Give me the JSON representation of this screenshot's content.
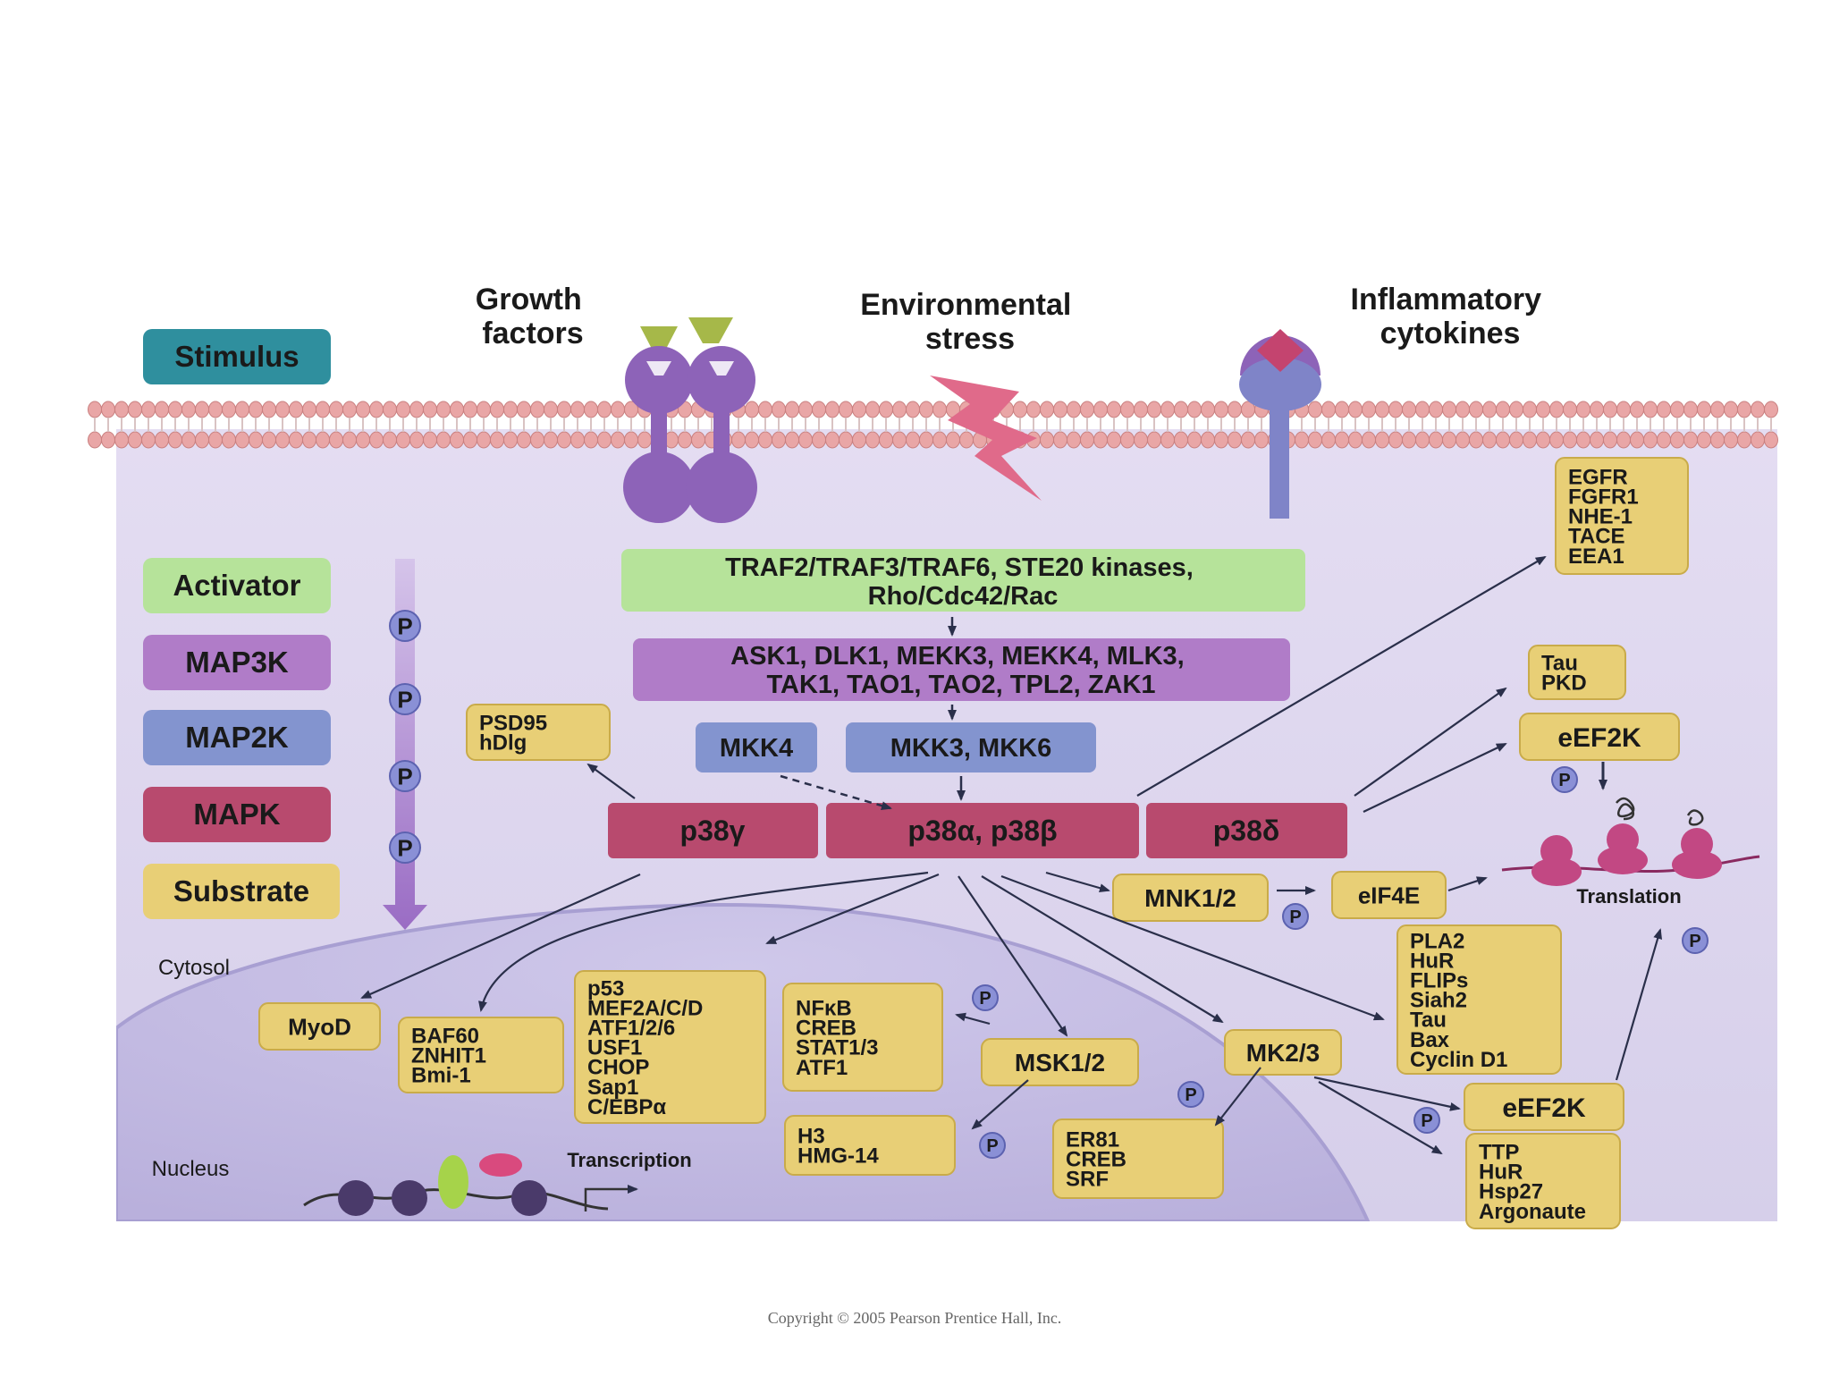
{
  "header": {
    "growth_factors": [
      "Growth",
      "factors"
    ],
    "environmental_stress": [
      "Environmental",
      "stress"
    ],
    "inflammatory_cytokines": [
      "Inflammatory",
      "cytokines"
    ]
  },
  "legend": {
    "stimulus": "Stimulus",
    "activator": "Activator",
    "map3k": "MAP3K",
    "map2k": "MAP2K",
    "mapk": "MAPK",
    "substrate": "Substrate",
    "phospho": "P"
  },
  "cascade": {
    "activator": [
      "TRAF2/TRAF3/TRAF6, STE20 kinases,",
      "Rho/Cdc42/Rac"
    ],
    "map3k": [
      "ASK1, DLK1, MEKK3, MEKK4, MLK3,",
      "TAK1, TAO1, TAO2, TPL2, ZAK1"
    ],
    "mkk4": "MKK4",
    "mkk36": "MKK3, MKK6",
    "p38g": "p38γ",
    "p38ab": "p38α, p38β",
    "p38d": "p38δ"
  },
  "substrates": {
    "psd95": [
      "PSD95",
      "hDlg"
    ],
    "egfr": [
      "EGFR",
      "FGFR1",
      "NHE-1",
      "TACE",
      "EEA1"
    ],
    "tau_pkd": [
      "Tau",
      "PKD"
    ],
    "eef2k_top": "eEF2K",
    "mnk12": "MNK1/2",
    "eif4e": "eIF4E",
    "translation": "Translation",
    "pla2": [
      "PLA2",
      "HuR",
      "FLIPs",
      "Siah2",
      "Tau",
      "Bax",
      "Cyclin D1"
    ],
    "myod": "MyoD",
    "baf60": [
      "BAF60",
      "ZNHIT1",
      "Bmi-1"
    ],
    "p53": [
      "p53",
      "MEF2A/C/D",
      "ATF1/2/6",
      "USF1",
      "CHOP",
      "Sap1",
      "C/EBPα"
    ],
    "nfkb": [
      "NFκB",
      "CREB",
      "STAT1/3",
      "ATF1"
    ],
    "msk12": "MSK1/2",
    "h3": [
      "H3",
      "HMG-14"
    ],
    "mk23": "MK2/3",
    "er81": [
      "ER81",
      "CREB",
      "SRF"
    ],
    "eef2k_bottom": "eEF2K",
    "ttp": [
      "TTP",
      "HuR",
      "Hsp27",
      "Argonaute"
    ]
  },
  "compartments": {
    "cytosol": "Cytosol",
    "nucleus": "Nucleus",
    "transcription": "Transcription"
  },
  "footer": {
    "copyright": "Copyright © 2005 Pearson Prentice Hall, Inc."
  },
  "colors": {
    "stimulus": "#2f8f9e",
    "activator": "#b6e39a",
    "map3k": "#b07cc8",
    "map2k": "#8394cf",
    "mapk": "#b84a6e",
    "substrate": "#e8cf76",
    "cytosol": "#ddd6ee",
    "nucleus": "#c4bde3",
    "phospho": "#8a90d6"
  }
}
